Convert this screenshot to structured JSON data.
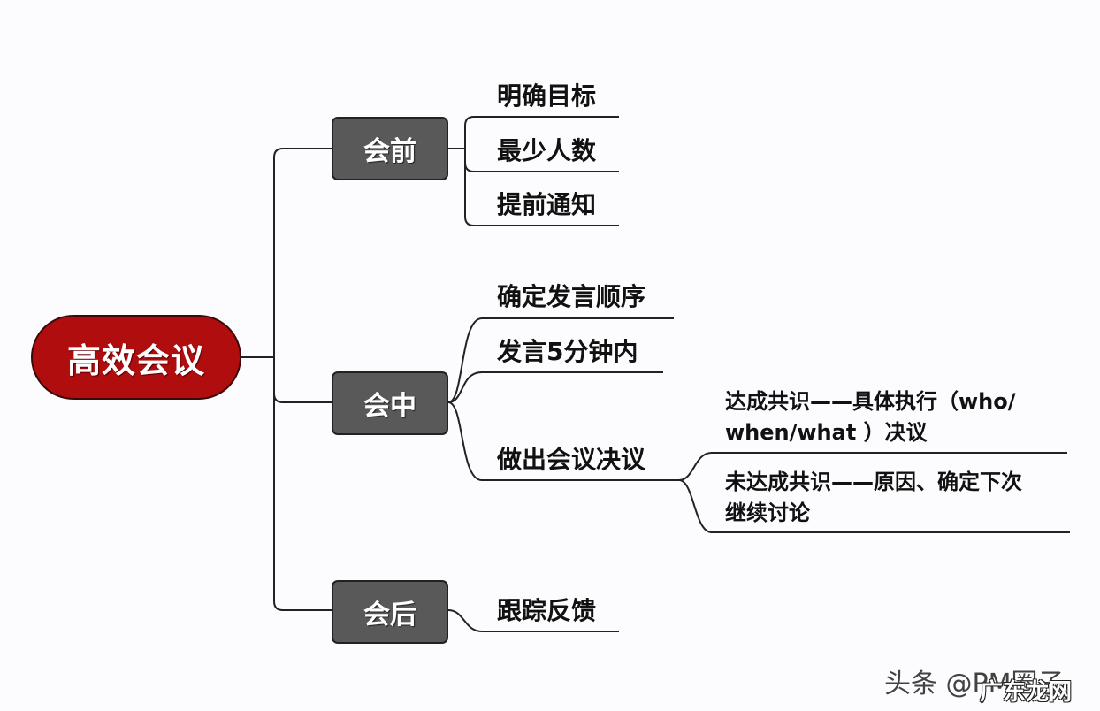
{
  "root": {
    "label": "高效会议",
    "color": "#b00d0f"
  },
  "branches": [
    {
      "label": "会前",
      "children": [
        "明确目标",
        "最少人数",
        "提前通知"
      ]
    },
    {
      "label": "会中",
      "children": [
        "确定发言顺序",
        "发言5分钟内",
        {
          "label": "做出会议决议",
          "children": [
            {
              "line1": "达成共识——具体执行（who/",
              "line2": "when/what ）决议"
            },
            {
              "line1": "未达成共识——原因、确定下次",
              "line2": "继续讨论"
            }
          ]
        }
      ]
    },
    {
      "label": "会后",
      "children": [
        "跟踪反馈"
      ]
    }
  ],
  "colors": {
    "branch_fill": "#595959",
    "line": "#222222",
    "background": "#fcfbfd"
  },
  "watermark": {
    "text": "头条 @PM圈子",
    "overlay": "广东龙网"
  }
}
